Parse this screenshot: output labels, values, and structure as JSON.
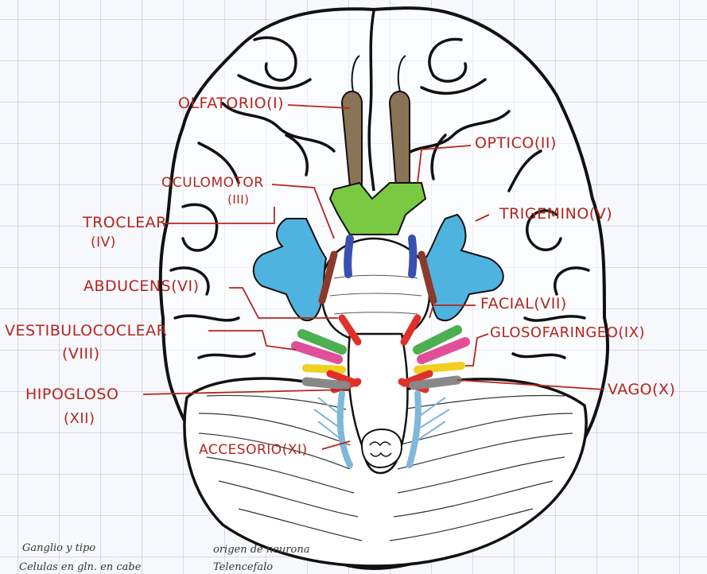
{
  "labels": {
    "olfatorio": "OLFATORIO(I)",
    "optico": "OPTICO(II)",
    "oculomotor": "OCULOMOTOR",
    "oculomotor_num": "(III)",
    "troclear": "TROCLEAR",
    "troclear_num": "(IV)",
    "trigemino": "TRIGEMINO(V)",
    "abducens": "ABDUCENS(VI)",
    "facial": "FACIAL(VII)",
    "vestibulococlear": "VESTIBULOCOCLEAR",
    "vestibulococlear_num": "(VIII)",
    "glosofaringeo": "GLOSOFARINGEO(IX)",
    "hipogloso": "HIPOGLOSO",
    "hipogloso_num": "(XII)",
    "vago": "VAGO(X)",
    "accesorio": "ACCESORIO(XI)"
  },
  "notes": {
    "ganglio": "Ganglio y tipo",
    "origen": "origen de neurona",
    "celulas": "Celulas en gln. en cabe",
    "telencefalo": "Telencefalo"
  },
  "colors": {
    "label_red": "#b3261e",
    "outline": "#111111",
    "olfactory": "#8b7355",
    "optic": "#7ac943",
    "trigeminal": "#4fb3e0",
    "oculomotor": "#8b3a2b",
    "abducens_blue": "#3a4fb0",
    "facial_green": "#4caf50",
    "vestibulo_pink": "#e0509a",
    "glosso_yellow": "#f0d020",
    "vagus_red": "#e0302a",
    "hypoglossal_gray": "#888888",
    "accessory_blue": "#7fb8d8"
  }
}
